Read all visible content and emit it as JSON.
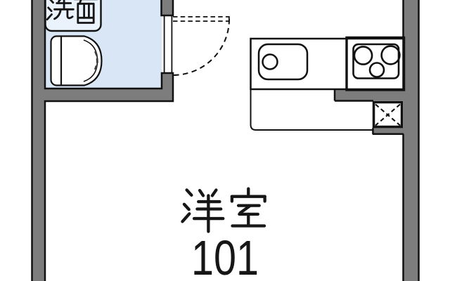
{
  "app": {
    "type": "apartment-floor-plan"
  },
  "theme": {
    "wall-gray": "#7d7d7d",
    "line-black": "#111111",
    "room-blue": "#d9e6f5",
    "fixture-light": "#eaf2fb",
    "floor-white": "#ffffff",
    "text-black": "#161616",
    "tick-gray": "#3a3a3a"
  },
  "rooms": {
    "washroom": {
      "label": "洗面"
    },
    "main": {
      "name": "洋室",
      "number": "101"
    }
  },
  "icons": {
    "door": "door-swing-icon",
    "sink": "kitchen-sink-icon",
    "faucet": "faucet-icon",
    "stove": "stove-burners-icon",
    "toilet": "toilet-icon",
    "vanity": "vanity-unit-icon",
    "pipe_space": "pipe-space-x-icon"
  }
}
